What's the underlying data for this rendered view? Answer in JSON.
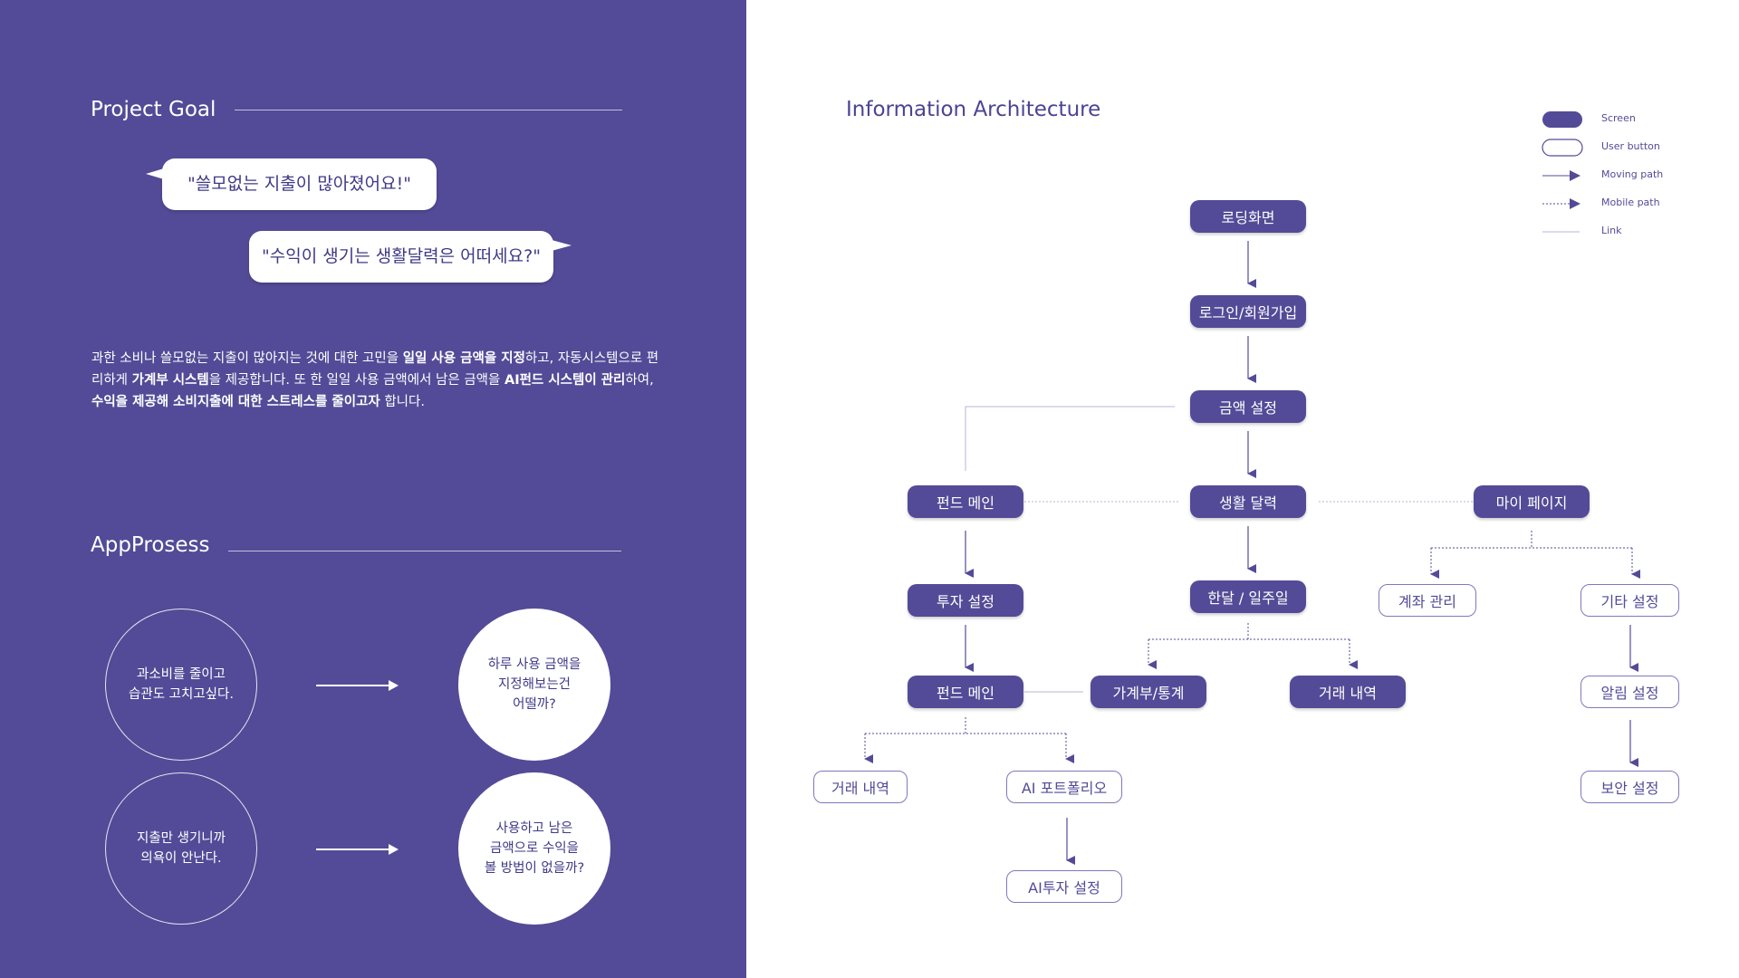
{
  "project_goal": {
    "title": "Project Goal",
    "quote1": "\"쓸모없는 지출이 많아졌어요!\"",
    "quote2": "\"수익이 생기는 생활달력은 어떠세요?\"",
    "para": [
      [
        {
          "t": "과한 소비나 쓸모없는 지출이 많아지는 것에 대한 고민을 ",
          "b": false
        },
        {
          "t": "일일 사용 금액을 지정",
          "b": true
        },
        {
          "t": "하고, 자동시스템으로 편",
          "b": false
        }
      ],
      [
        {
          "t": "리하게 ",
          "b": false
        },
        {
          "t": "가계부 시스템",
          "b": true
        },
        {
          "t": "을 제공합니다. 또 한 일일 사용 금액에서 남은 금액을 ",
          "b": false
        },
        {
          "t": "AI펀드 시스템이 관리",
          "b": true
        },
        {
          "t": "하여,",
          "b": false
        }
      ],
      [
        {
          "t": "수익을 제공해 소비지출에 대한 스트레스를 줄이고자",
          "b": true
        },
        {
          "t": " 합니다.",
          "b": false
        }
      ]
    ]
  },
  "app_process": {
    "title": "AppProsess",
    "rows": [
      {
        "from": "과소비를 줄이고\n습관도 고치고싶다.",
        "to": "하루 사용 금액을\n지정해보는건\n어떨까?"
      },
      {
        "from": "지출만 생기니까\n의욕이 안난다.",
        "to": "사용하고 남은\n금액으로 수익을\n볼 방법이 없을까?"
      }
    ]
  },
  "ia": {
    "title": "Information Architecture",
    "legend": [
      "Screen",
      "User button",
      "Moving path",
      "Mobile path",
      "Link"
    ],
    "nodes": {
      "loading": "로딩화면",
      "login": "로그인/회원가입",
      "amount": "금액 설정",
      "fund_main": "펀드 메인",
      "calendar": "생활 달력",
      "mypage": "마이 페이지",
      "invest": "투자 설정",
      "month_week": "한달 / 일주일",
      "account": "계좌 관리",
      "etc": "기타 설정",
      "fund_main2": "펀드 메인",
      "ledger": "가계부/통계",
      "history": "거래 내역",
      "alarm": "알림 설정",
      "history2": "거래 내역",
      "portfolio": "AI 포트폴리오",
      "security": "보안 설정",
      "ai_invest": "AI투자 설정"
    }
  },
  "colors": {
    "primary": "#534b97",
    "white": "#ffffff",
    "line": "#b8b4d8"
  }
}
